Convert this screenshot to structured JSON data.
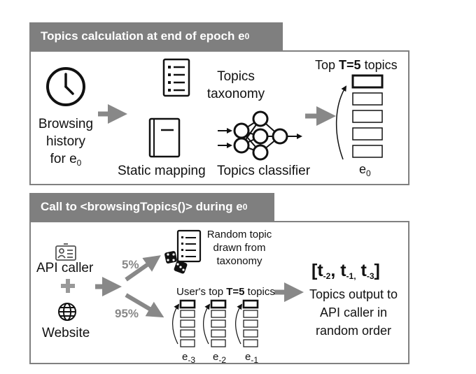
{
  "panel1": {
    "title": "Topics calculation at end of epoch e",
    "title_sub": "0",
    "browsing_lines": [
      "Browsing",
      "history",
      "for e"
    ],
    "browsing_sub": "0",
    "taxonomy_lines": [
      "Topics",
      "taxonomy"
    ],
    "static_mapping": "Static mapping",
    "classifier": "Topics classifier",
    "top_prefix": "Top ",
    "top_bold": "T=5",
    "top_suffix": " topics",
    "epoch": "e",
    "epoch_sub": "0"
  },
  "panel2": {
    "title": "Call to <browsingTopics()> during e",
    "title_sub": "0",
    "api_caller": "API caller",
    "plus": "+",
    "website": "Website",
    "pct_5": "5%",
    "pct_95": "95%",
    "random_lines": [
      "Random topic",
      "drawn from",
      "taxonomy"
    ],
    "users_prefix": "User's top ",
    "users_bold": "T=5",
    "users_suffix": " topics",
    "epochs": [
      {
        "base": "e",
        "sub": "-3"
      },
      {
        "base": "e",
        "sub": "-2"
      },
      {
        "base": "e",
        "sub": "-1"
      }
    ],
    "output_expr": {
      "open": "[t",
      "s1": "-2",
      "m1": ", t",
      "s2": "-1,",
      "m2": " t",
      "s3": "-3",
      "close": "]"
    },
    "output_lines": [
      "Topics output to",
      "API caller in",
      "random order"
    ]
  },
  "colors": {
    "header_bg": "#7f7f7f",
    "border": "#808080",
    "arrow": "#888888"
  },
  "icons": [
    "clock-icon",
    "list-icon",
    "book-icon",
    "neural-network-icon",
    "id-card-icon",
    "globe-icon",
    "dice-icon"
  ]
}
